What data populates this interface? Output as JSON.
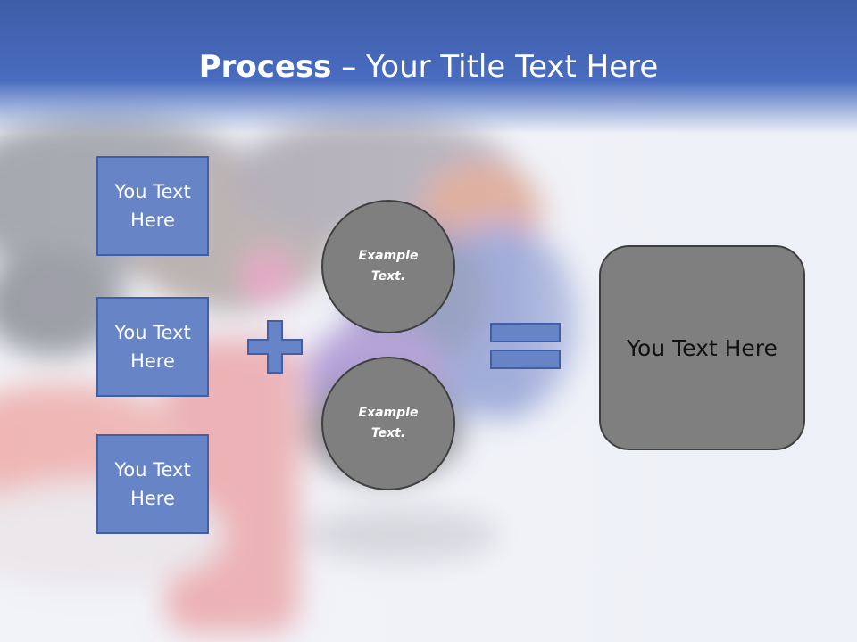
{
  "title": {
    "bold": "Process",
    "rest": " – Your Title Text Here"
  },
  "left_boxes": [
    {
      "label": "You Text Here"
    },
    {
      "label": "You Text Here"
    },
    {
      "label": "You Text Here"
    }
  ],
  "circles": [
    {
      "label": "Example Text."
    },
    {
      "label": "Example Text."
    }
  ],
  "result": {
    "label": "You Text Here"
  },
  "colors": {
    "header": "#4a6cc0",
    "box_fill": "#6784c7",
    "box_border": "#3f5fa8",
    "circle_fill": "#7f7f7f",
    "circle_border": "#3f3f3f"
  },
  "icons": [
    "plus-icon",
    "equals-icon"
  ]
}
